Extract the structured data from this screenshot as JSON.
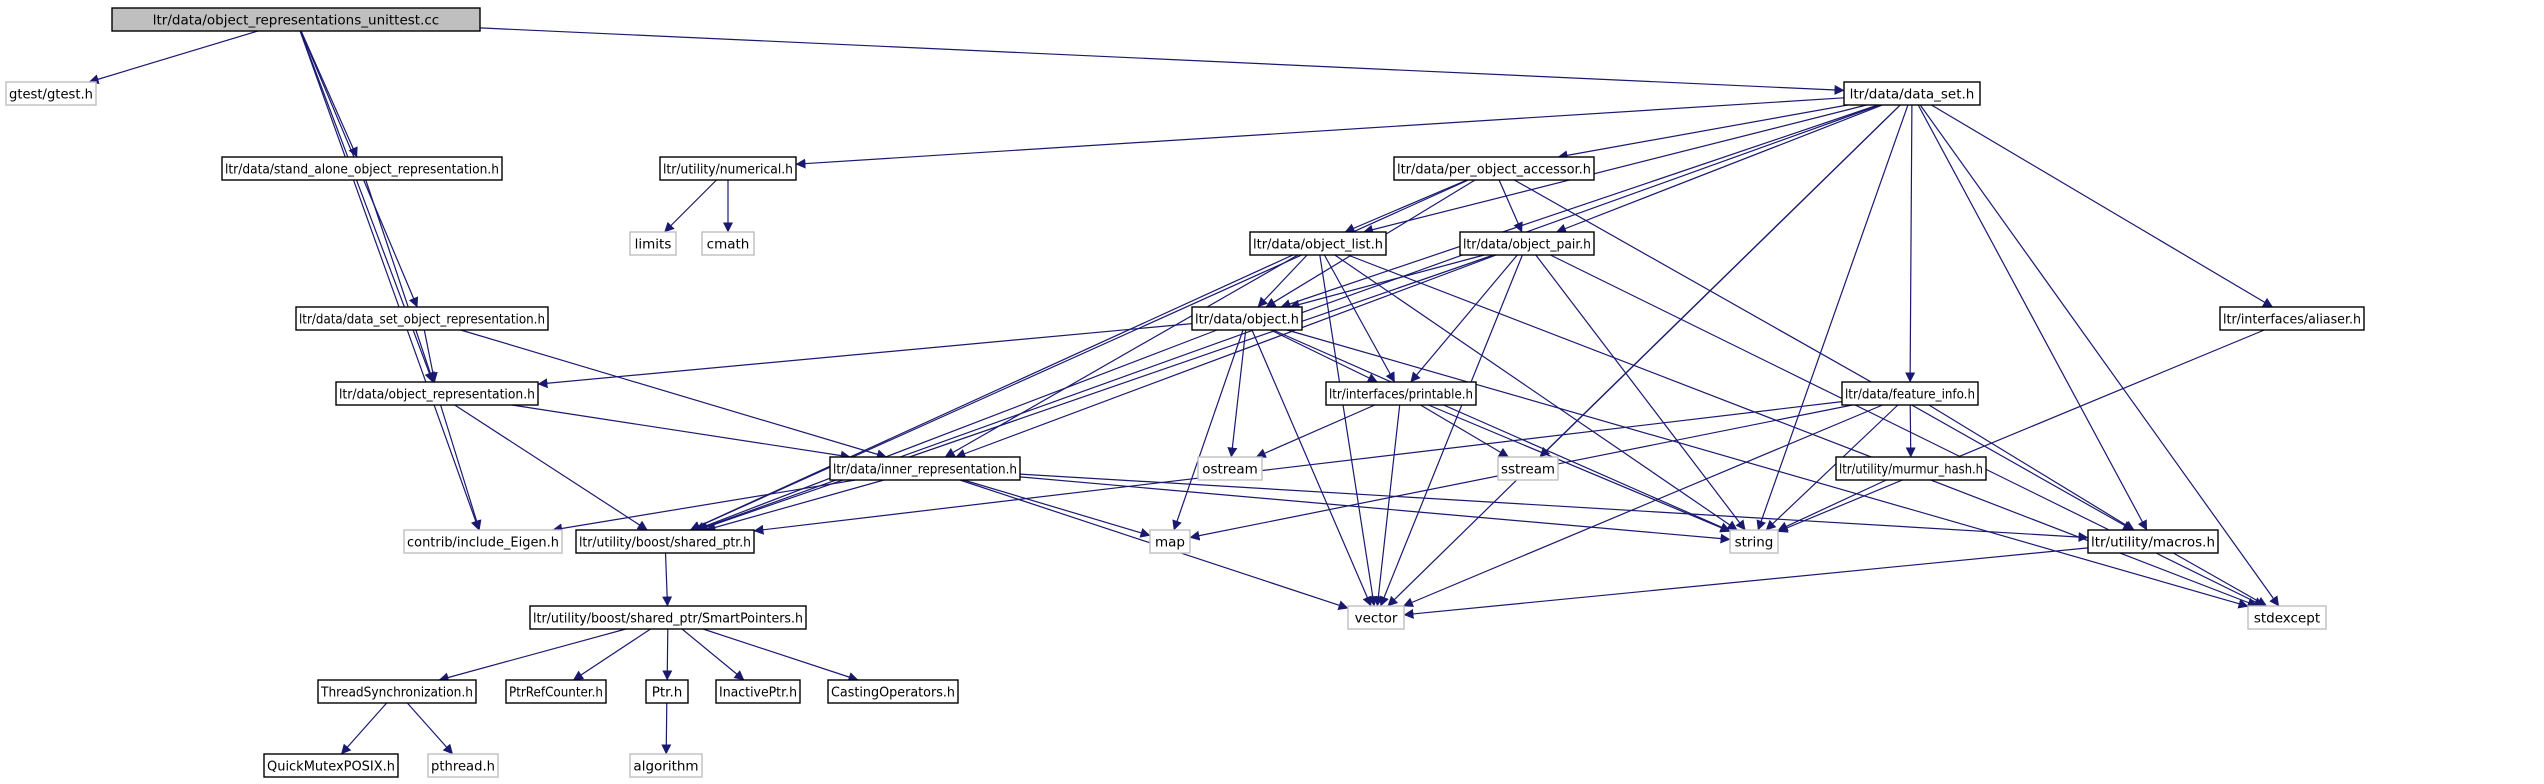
{
  "graph": {
    "nodes": [
      {
        "id": "root",
        "label": "ltr/data/object_representations_unittest.cc",
        "style": "root"
      },
      {
        "id": "gtest",
        "label": "gtest/gtest.h",
        "style": "external"
      },
      {
        "id": "data_set",
        "label": "ltr/data/data_set.h",
        "style": "local"
      },
      {
        "id": "stand_alone",
        "label": "ltr/data/stand_alone_object_representation.h",
        "style": "local"
      },
      {
        "id": "numerical",
        "label": "ltr/utility/numerical.h",
        "style": "local"
      },
      {
        "id": "per_object",
        "label": "ltr/data/per_object_accessor.h",
        "style": "local"
      },
      {
        "id": "limits",
        "label": "limits",
        "style": "external"
      },
      {
        "id": "cmath",
        "label": "cmath",
        "style": "external"
      },
      {
        "id": "object_list",
        "label": "ltr/data/object_list.h",
        "style": "local"
      },
      {
        "id": "object_pair",
        "label": "ltr/data/object_pair.h",
        "style": "local"
      },
      {
        "id": "data_set_obj_rep",
        "label": "ltr/data/data_set_object_representation.h",
        "style": "local"
      },
      {
        "id": "object",
        "label": "ltr/data/object.h",
        "style": "local"
      },
      {
        "id": "aliaser",
        "label": "ltr/interfaces/aliaser.h",
        "style": "local"
      },
      {
        "id": "object_rep",
        "label": "ltr/data/object_representation.h",
        "style": "local"
      },
      {
        "id": "printable",
        "label": "ltr/interfaces/printable.h",
        "style": "local"
      },
      {
        "id": "feature_info",
        "label": "ltr/data/feature_info.h",
        "style": "local"
      },
      {
        "id": "inner_rep",
        "label": "ltr/data/inner_representation.h",
        "style": "local"
      },
      {
        "id": "ostream",
        "label": "ostream",
        "style": "external"
      },
      {
        "id": "sstream",
        "label": "sstream",
        "style": "external"
      },
      {
        "id": "murmur",
        "label": "ltr/utility/murmur_hash.h",
        "style": "local"
      },
      {
        "id": "eigen",
        "label": "contrib/include_Eigen.h",
        "style": "external"
      },
      {
        "id": "shared_ptr",
        "label": "ltr/utility/boost/shared_ptr.h",
        "style": "local"
      },
      {
        "id": "map",
        "label": "map",
        "style": "external"
      },
      {
        "id": "string",
        "label": "string",
        "style": "external"
      },
      {
        "id": "macros",
        "label": "ltr/utility/macros.h",
        "style": "local"
      },
      {
        "id": "vector",
        "label": "vector",
        "style": "external"
      },
      {
        "id": "stdexcept",
        "label": "stdexcept",
        "style": "external"
      },
      {
        "id": "smart_pointers",
        "label": "ltr/utility/boost/shared_ptr/SmartPointers.h",
        "style": "local"
      },
      {
        "id": "thread_sync",
        "label": "ThreadSynchronization.h",
        "style": "local"
      },
      {
        "id": "ptr_ref_counter",
        "label": "PtrRefCounter.h",
        "style": "local"
      },
      {
        "id": "ptr",
        "label": "Ptr.h",
        "style": "local"
      },
      {
        "id": "inactive_ptr",
        "label": "InactivePtr.h",
        "style": "local"
      },
      {
        "id": "casting_ops",
        "label": "CastingOperators.h",
        "style": "local"
      },
      {
        "id": "quick_mutex",
        "label": "QuickMutexPOSIX.h",
        "style": "local"
      },
      {
        "id": "pthread",
        "label": "pthread.h",
        "style": "external"
      },
      {
        "id": "algorithm",
        "label": "algorithm",
        "style": "external"
      }
    ],
    "edges": [
      [
        "root",
        "gtest"
      ],
      [
        "root",
        "data_set"
      ],
      [
        "root",
        "stand_alone"
      ],
      [
        "root",
        "data_set_obj_rep"
      ],
      [
        "root",
        "object_rep"
      ],
      [
        "root",
        "eigen"
      ],
      [
        "data_set",
        "numerical"
      ],
      [
        "data_set",
        "per_object"
      ],
      [
        "data_set",
        "object_list"
      ],
      [
        "data_set",
        "object_pair"
      ],
      [
        "data_set",
        "object"
      ],
      [
        "data_set",
        "aliaser"
      ],
      [
        "data_set",
        "feature_info"
      ],
      [
        "data_set",
        "sstream"
      ],
      [
        "data_set",
        "shared_ptr"
      ],
      [
        "data_set",
        "string"
      ],
      [
        "data_set",
        "macros"
      ],
      [
        "data_set",
        "vector"
      ],
      [
        "data_set",
        "stdexcept"
      ],
      [
        "stand_alone",
        "object_rep"
      ],
      [
        "numerical",
        "limits"
      ],
      [
        "numerical",
        "cmath"
      ],
      [
        "per_object",
        "object_list"
      ],
      [
        "per_object",
        "object_pair"
      ],
      [
        "per_object",
        "object"
      ],
      [
        "per_object",
        "shared_ptr"
      ],
      [
        "per_object",
        "macros"
      ],
      [
        "object_list",
        "object"
      ],
      [
        "object_list",
        "printable"
      ],
      [
        "object_list",
        "inner_rep"
      ],
      [
        "object_list",
        "shared_ptr"
      ],
      [
        "object_list",
        "string"
      ],
      [
        "object_list",
        "vector"
      ],
      [
        "object_list",
        "stdexcept"
      ],
      [
        "object_pair",
        "object"
      ],
      [
        "object_pair",
        "printable"
      ],
      [
        "object_pair",
        "inner_rep"
      ],
      [
        "object_pair",
        "shared_ptr"
      ],
      [
        "object_pair",
        "string"
      ],
      [
        "object_pair",
        "vector"
      ],
      [
        "object_pair",
        "stdexcept"
      ],
      [
        "data_set_obj_rep",
        "object_rep"
      ],
      [
        "data_set_obj_rep",
        "inner_rep"
      ],
      [
        "object",
        "object_rep"
      ],
      [
        "object",
        "printable"
      ],
      [
        "object",
        "ostream"
      ],
      [
        "object",
        "shared_ptr"
      ],
      [
        "object",
        "map"
      ],
      [
        "object",
        "string"
      ],
      [
        "object",
        "vector"
      ],
      [
        "object",
        "stdexcept"
      ],
      [
        "aliaser",
        "string"
      ],
      [
        "object_rep",
        "inner_rep"
      ],
      [
        "object_rep",
        "eigen"
      ],
      [
        "object_rep",
        "shared_ptr"
      ],
      [
        "printable",
        "ostream"
      ],
      [
        "printable",
        "sstream"
      ],
      [
        "printable",
        "string"
      ],
      [
        "printable",
        "vector"
      ],
      [
        "feature_info",
        "murmur"
      ],
      [
        "feature_info",
        "macros"
      ],
      [
        "feature_info",
        "string"
      ],
      [
        "feature_info",
        "vector"
      ],
      [
        "feature_info",
        "map"
      ],
      [
        "feature_info",
        "shared_ptr"
      ],
      [
        "inner_rep",
        "eigen"
      ],
      [
        "inner_rep",
        "shared_ptr"
      ],
      [
        "inner_rep",
        "map"
      ],
      [
        "inner_rep",
        "vector"
      ],
      [
        "inner_rep",
        "macros"
      ],
      [
        "inner_rep",
        "string"
      ],
      [
        "murmur",
        "string"
      ],
      [
        "macros",
        "vector"
      ],
      [
        "macros",
        "stdexcept"
      ],
      [
        "shared_ptr",
        "smart_pointers"
      ],
      [
        "smart_pointers",
        "thread_sync"
      ],
      [
        "smart_pointers",
        "ptr_ref_counter"
      ],
      [
        "smart_pointers",
        "ptr"
      ],
      [
        "smart_pointers",
        "inactive_ptr"
      ],
      [
        "smart_pointers",
        "casting_ops"
      ],
      [
        "thread_sync",
        "quick_mutex"
      ],
      [
        "thread_sync",
        "pthread"
      ],
      [
        "ptr",
        "algorithm"
      ]
    ]
  },
  "colors": {
    "edge": "#191970",
    "root_fill": "#bfbfbf",
    "local_border": "#000000",
    "external_border": "#bfbfbf"
  }
}
